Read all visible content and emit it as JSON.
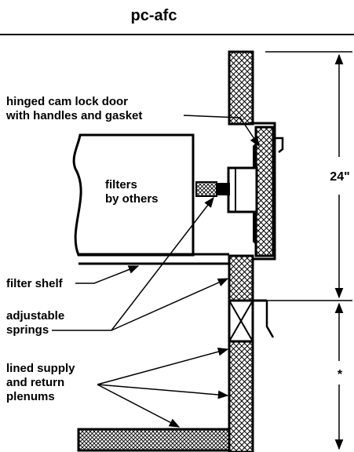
{
  "title": "pc-afc",
  "labels": {
    "door_line1": "hinged cam lock door",
    "door_line2": "with handles and gasket",
    "filters_line1": "filters",
    "filters_line2": "by others",
    "filter_shelf": "filter shelf",
    "springs_line1": "adjustable",
    "springs_line2": "springs",
    "plenum_line1": "lined supply",
    "plenum_line2": "and return",
    "plenum_line3": "plenums"
  },
  "dimensions": {
    "upper": "24\"",
    "lower": "*"
  }
}
